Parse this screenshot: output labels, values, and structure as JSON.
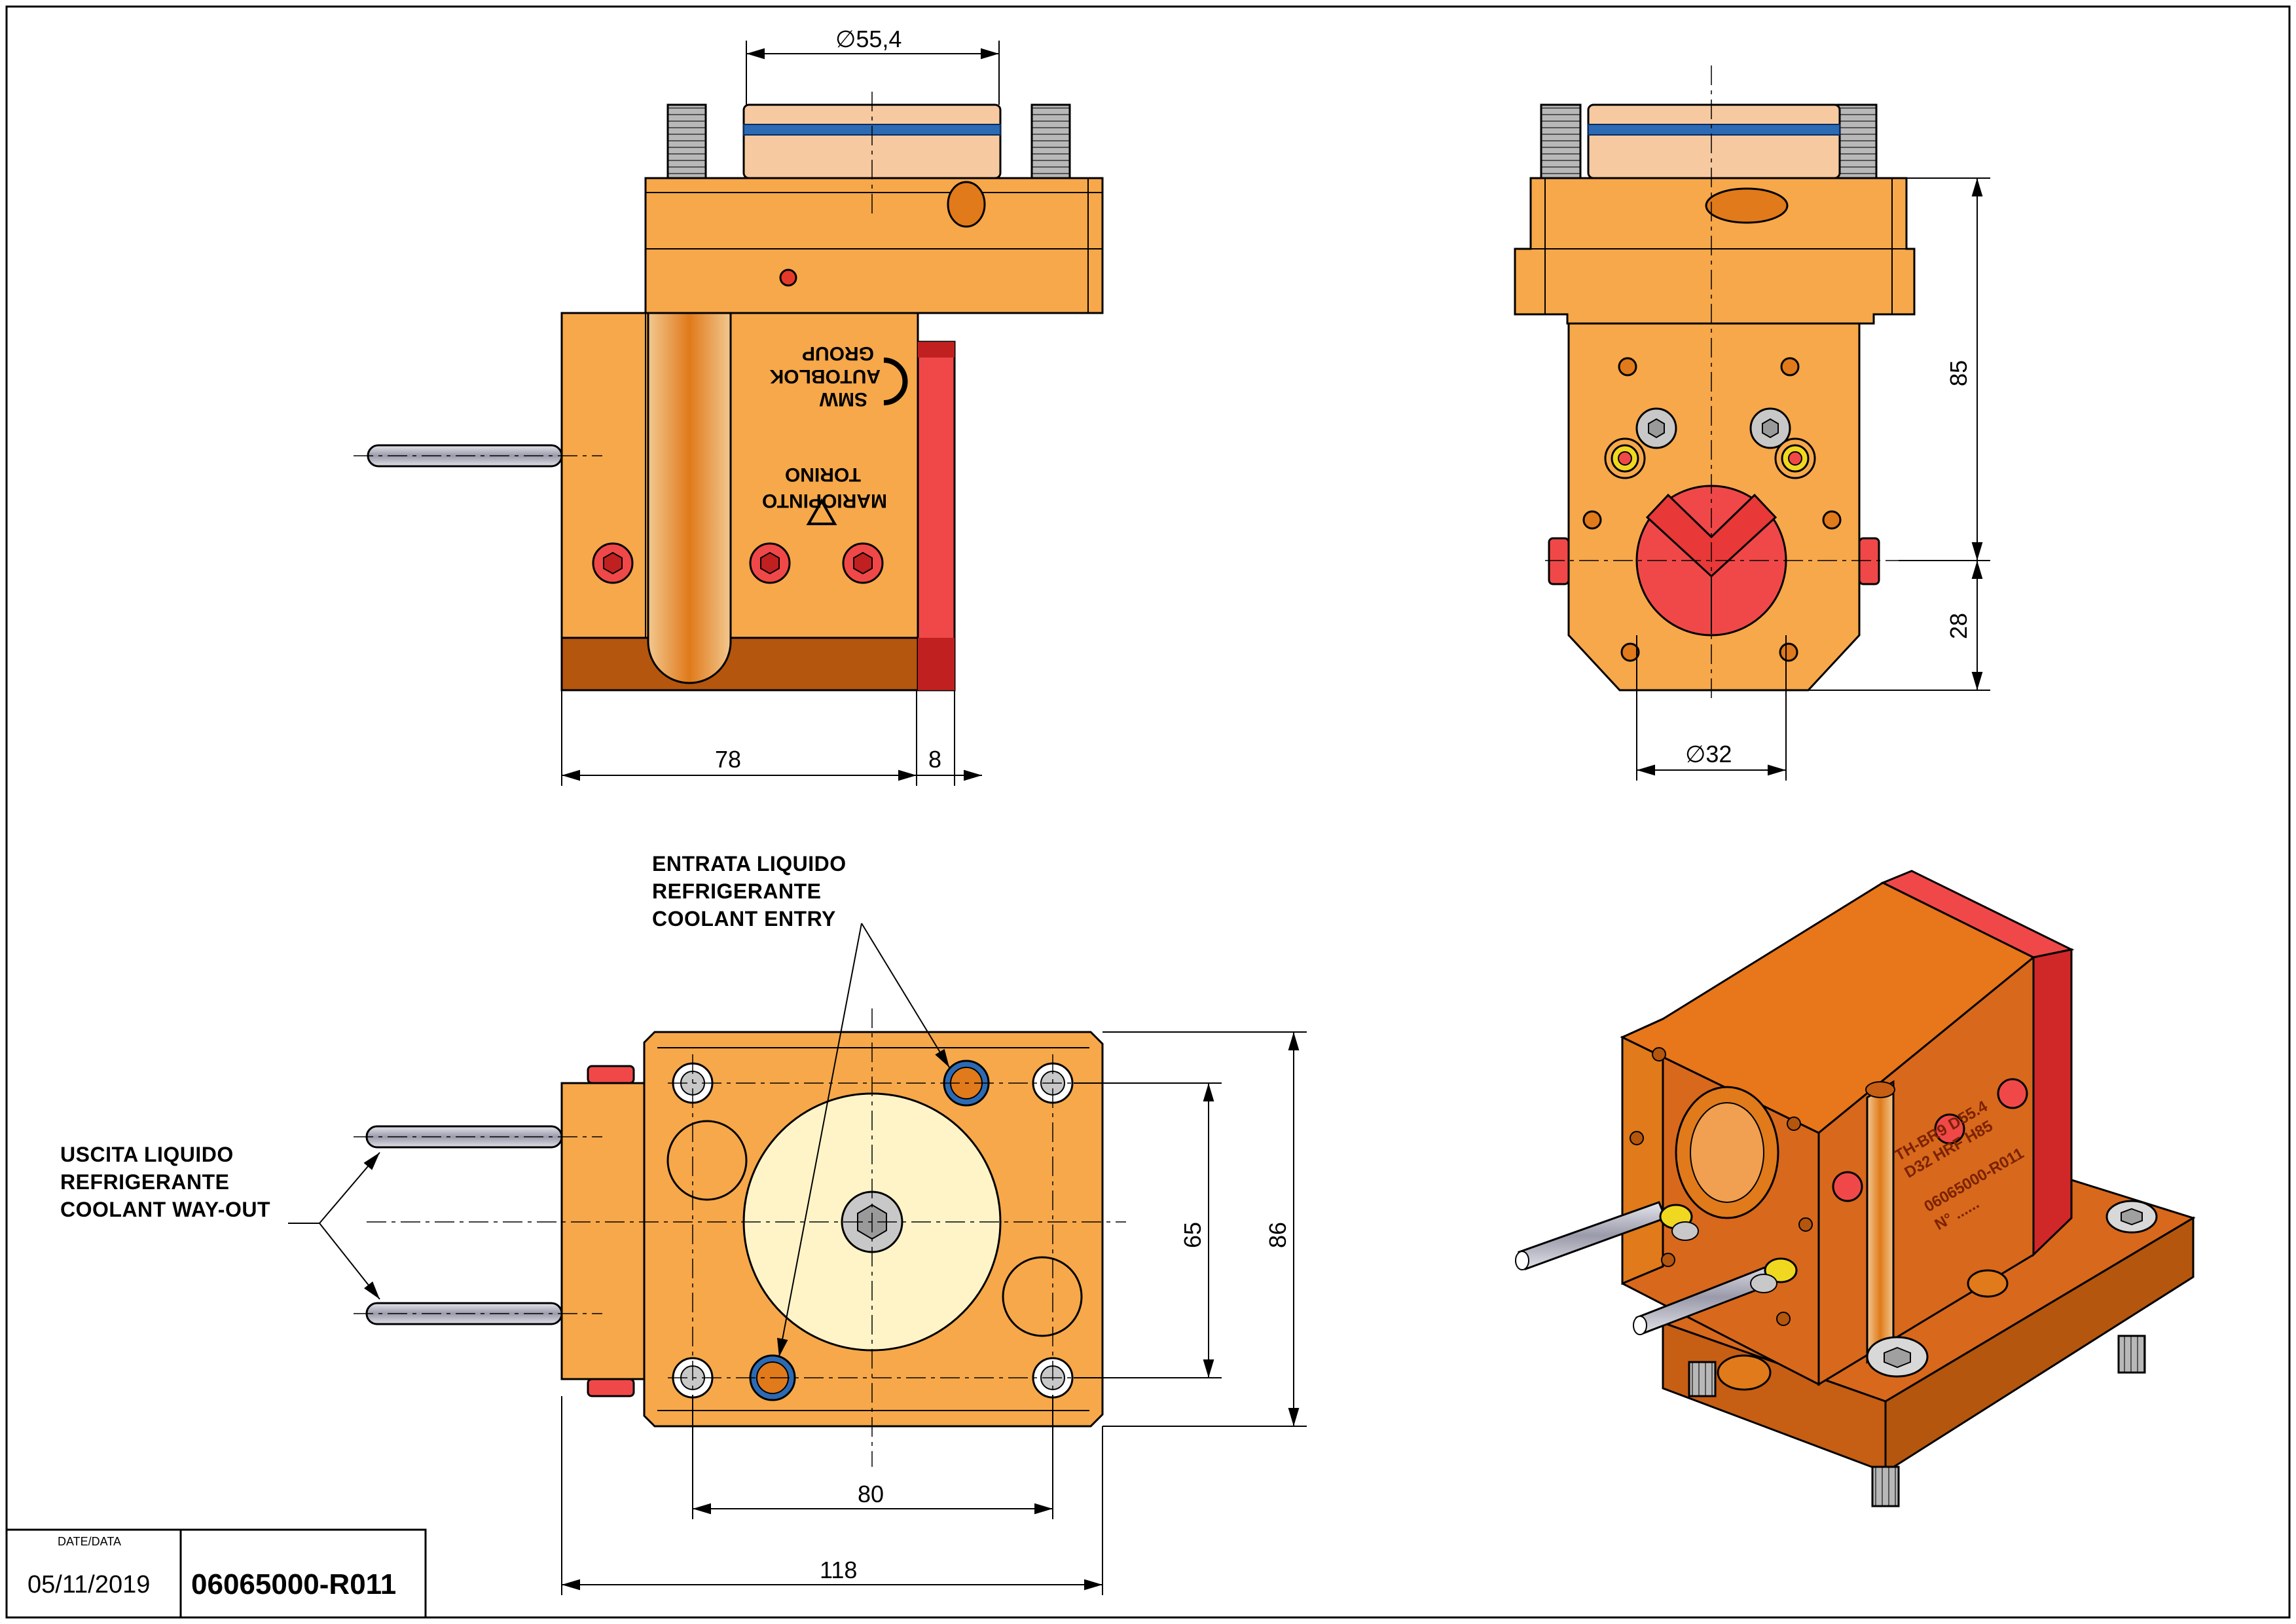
{
  "dimensions": {
    "top_diameter": "∅55,4",
    "side_width": "78",
    "side_plate": "8",
    "front_height_upper": "85",
    "front_height_lower": "28",
    "front_bore": "∅32",
    "bottom_inner_height": "65",
    "bottom_height": "86",
    "bottom_inner_width": "80",
    "bottom_width": "118"
  },
  "notes": {
    "coolant_entry": [
      "ENTRATA LIQUIDO",
      "REFRIGERANTE",
      "COOLANT ENTRY"
    ],
    "coolant_out": [
      "USCITA LIQUIDO",
      "REFRIGERANTE",
      "COOLANT WAY-OUT"
    ]
  },
  "logo": {
    "brand_lines": [
      "SMW",
      "AUTOBLOK",
      "GROUP"
    ],
    "sub_lines": [
      "MARIO",
      "PINTO",
      "TORINO"
    ]
  },
  "engraving": [
    "TH-BR9 D55.4",
    "D32 HRF H85",
    "06065000-R011",
    "N° ......"
  ],
  "title_block": {
    "date_label": "DATE/DATA",
    "date": "05/11/2019",
    "code": "06065000-R011"
  },
  "colors": {
    "body": "#f6a84a",
    "body_dark": "#b4560e",
    "iso_body": "#d8681c",
    "red": "#f04848",
    "bore": "#fff4c8",
    "ring": "#2c6ab4",
    "line": "#000000"
  }
}
